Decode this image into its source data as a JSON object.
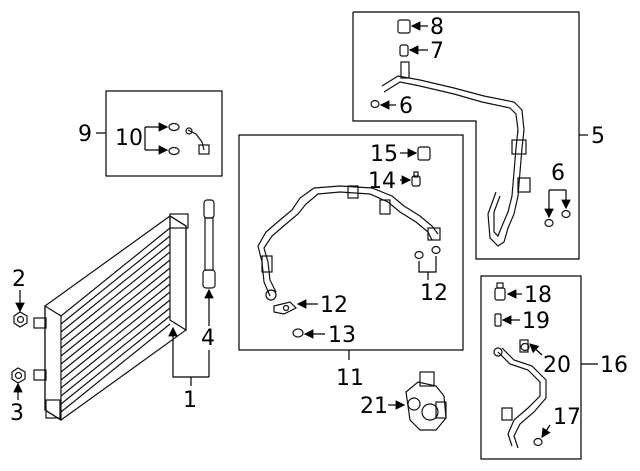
{
  "callouts": {
    "c1": "1",
    "c2": "2",
    "c3": "3",
    "c4": "4",
    "c5": "5",
    "c6a": "6",
    "c6b": "6",
    "c7": "7",
    "c8": "8",
    "c9": "9",
    "c10": "10",
    "c11": "11",
    "c12a": "12",
    "c12b": "12",
    "c13": "13",
    "c14": "14",
    "c15": "15",
    "c16": "16",
    "c17": "17",
    "c18": "18",
    "c19": "19",
    "c20": "20",
    "c21": "21"
  }
}
